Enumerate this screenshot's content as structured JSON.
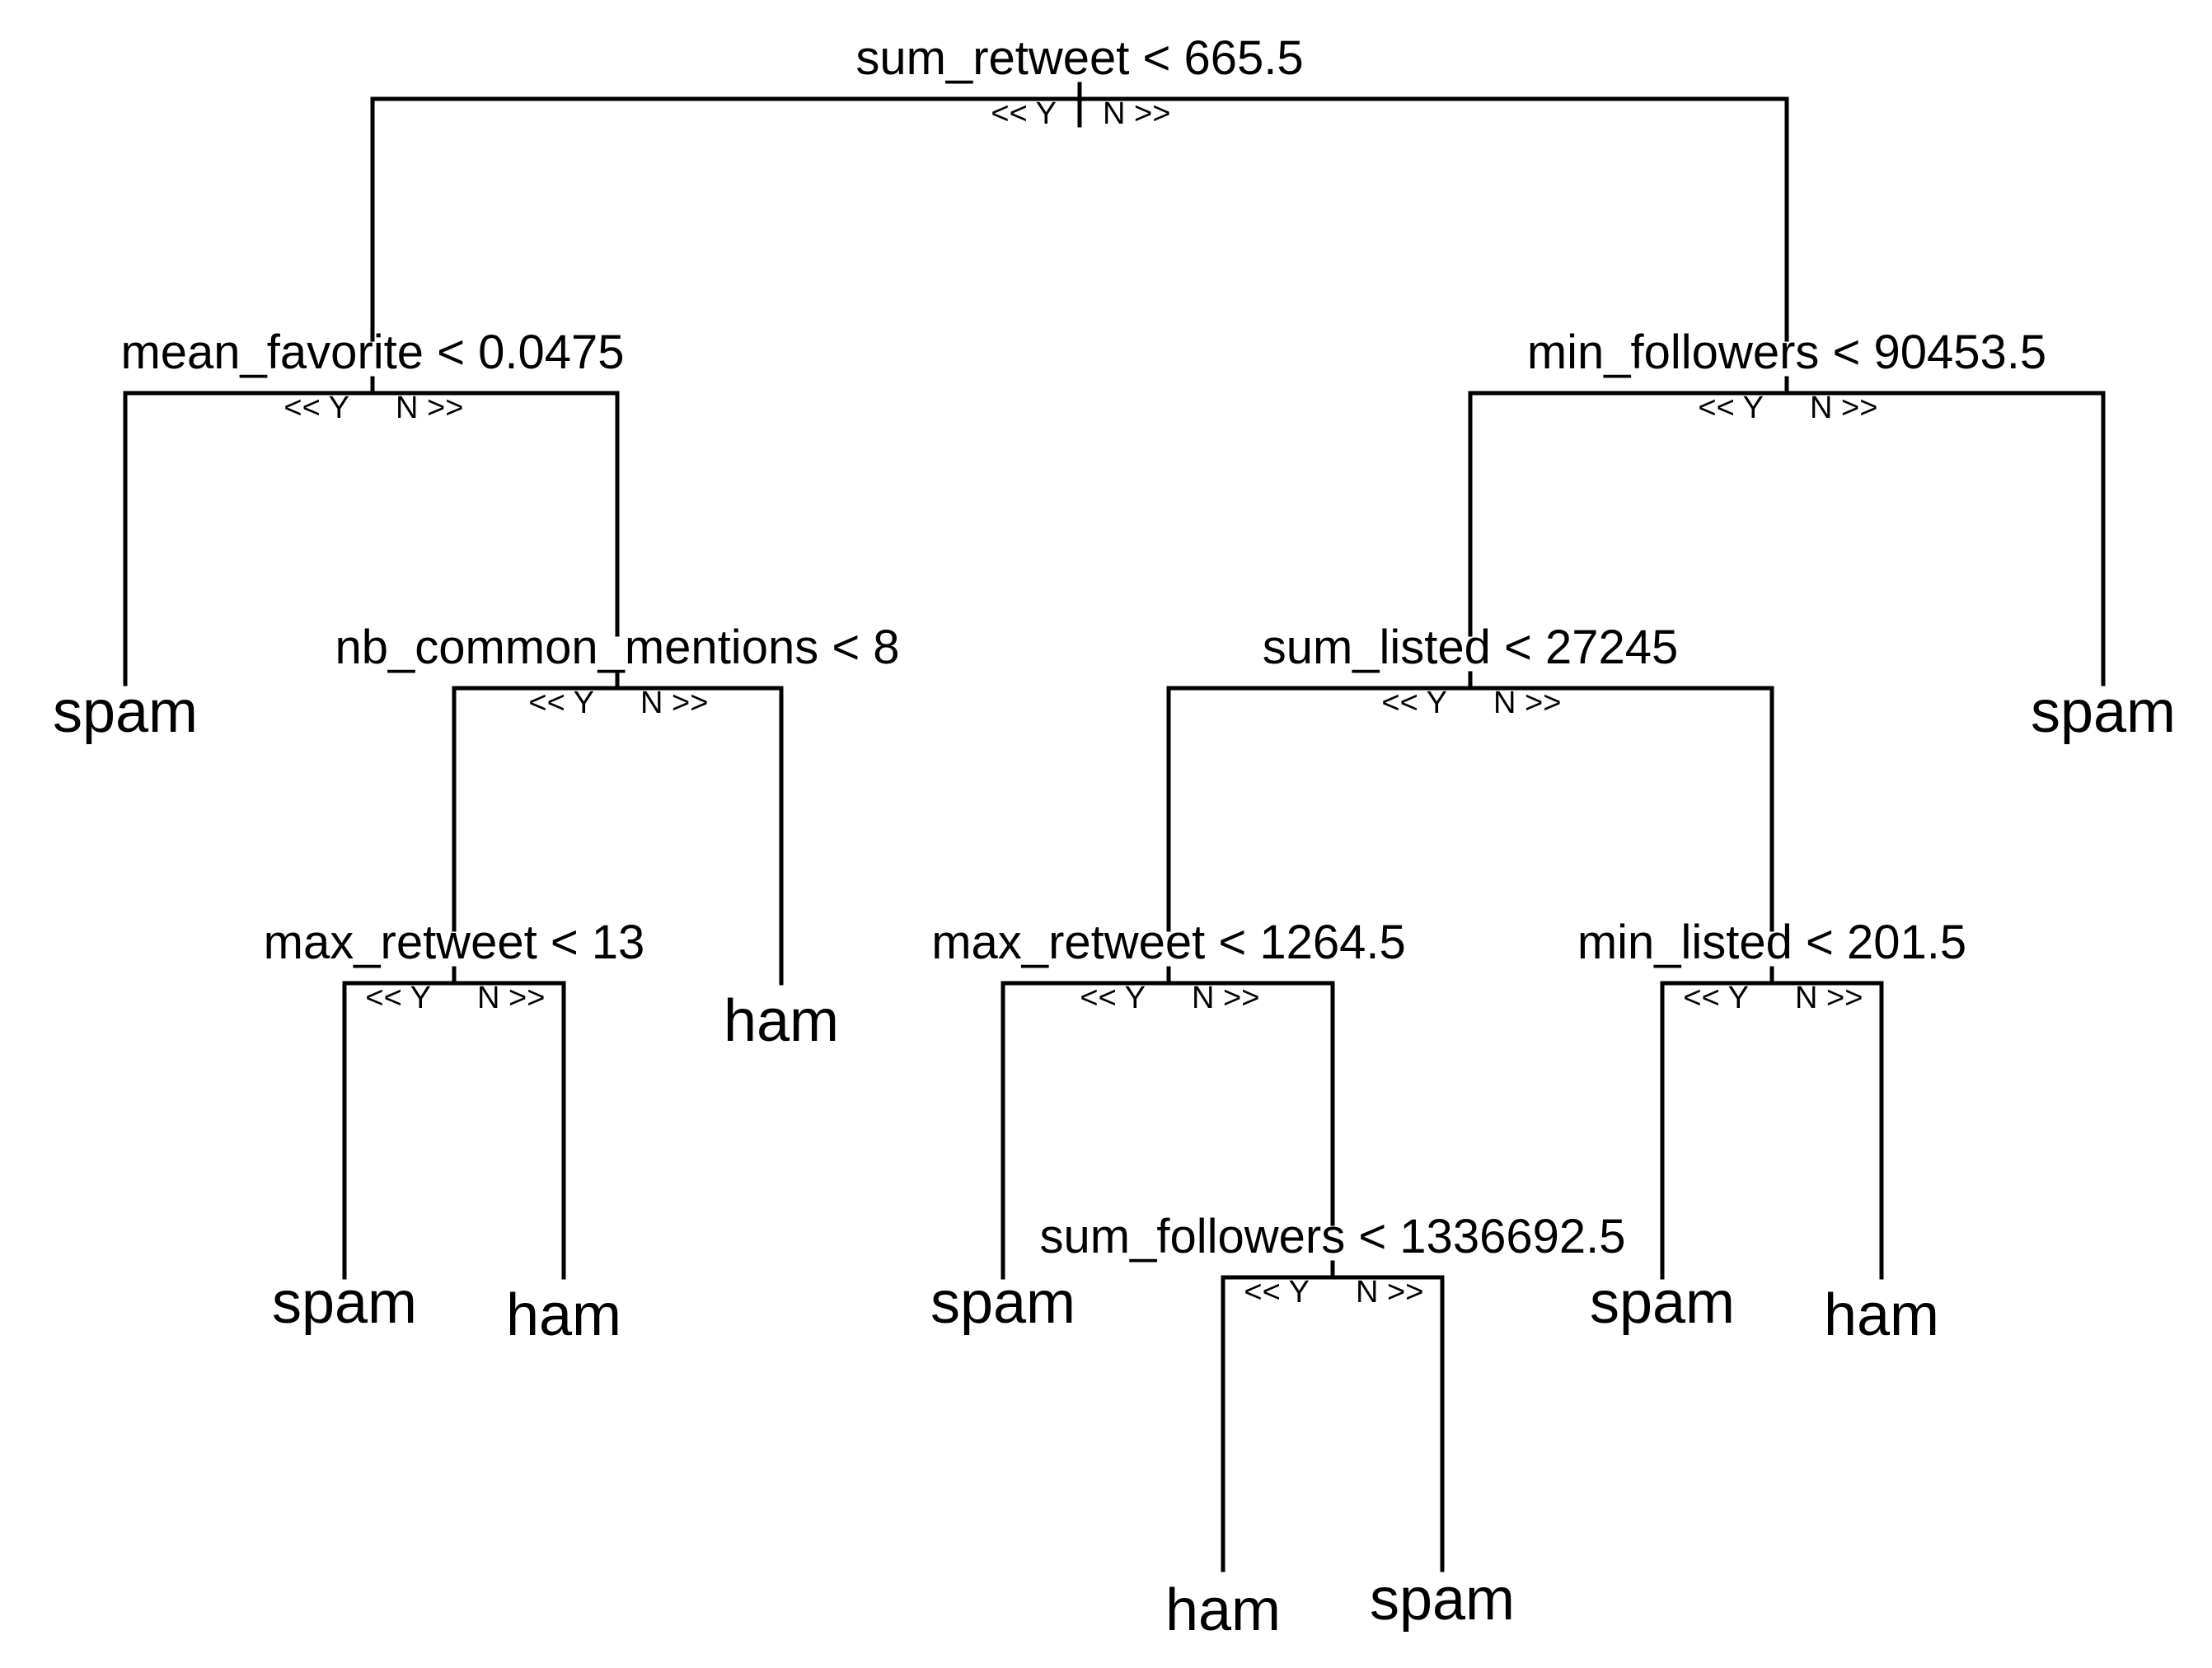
{
  "tree": {
    "yes_label": "<< Y",
    "no_label": "N >>",
    "nodes": {
      "root": {
        "type": "split",
        "condition": "sum_retweet < 665.5",
        "yes": "mean_favorite",
        "no": "min_followers"
      },
      "mean_favorite": {
        "type": "split",
        "condition": "mean_favorite < 0.0475",
        "yes": "leaf_1",
        "no": "nb_common_mentions"
      },
      "nb_common_mentions": {
        "type": "split",
        "condition": "nb_common_mentions < 8",
        "yes": "max_retweet_13",
        "no": "leaf_4"
      },
      "max_retweet_13": {
        "type": "split",
        "condition": "max_retweet < 13",
        "yes": "leaf_2",
        "no": "leaf_3"
      },
      "min_followers": {
        "type": "split",
        "condition": "min_followers < 90453.5",
        "yes": "sum_listed",
        "no": "leaf_11"
      },
      "sum_listed": {
        "type": "split",
        "condition": "sum_listed < 27245",
        "yes": "max_retweet_1264",
        "no": "min_listed"
      },
      "max_retweet_1264": {
        "type": "split",
        "condition": "max_retweet < 1264.5",
        "yes": "leaf_5",
        "no": "sum_followers"
      },
      "sum_followers": {
        "type": "split",
        "condition": "sum_followers < 1336692.5",
        "yes": "leaf_6",
        "no": "leaf_7"
      },
      "min_listed": {
        "type": "split",
        "condition": "min_listed < 201.5",
        "yes": "leaf_8",
        "no": "leaf_9"
      },
      "leaf_1": {
        "type": "leaf",
        "label": "spam"
      },
      "leaf_2": {
        "type": "leaf",
        "label": "spam"
      },
      "leaf_3": {
        "type": "leaf",
        "label": "ham"
      },
      "leaf_4": {
        "type": "leaf",
        "label": "ham"
      },
      "leaf_5": {
        "type": "leaf",
        "label": "spam"
      },
      "leaf_6": {
        "type": "leaf",
        "label": "ham"
      },
      "leaf_7": {
        "type": "leaf",
        "label": "spam"
      },
      "leaf_8": {
        "type": "leaf",
        "label": "spam"
      },
      "leaf_9": {
        "type": "leaf",
        "label": "ham"
      },
      "leaf_11": {
        "type": "leaf",
        "label": "spam"
      }
    }
  }
}
